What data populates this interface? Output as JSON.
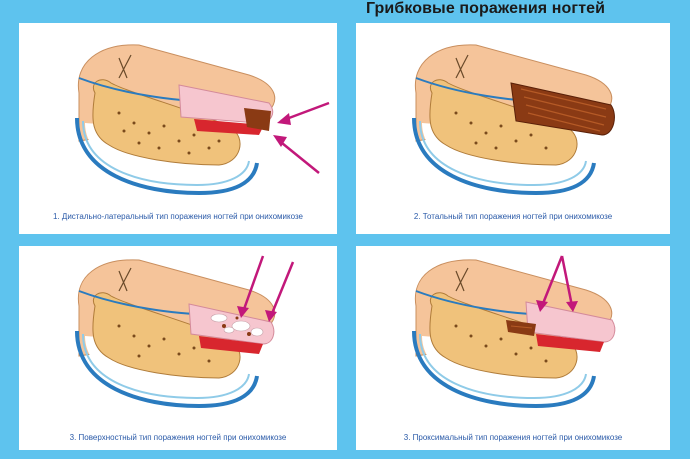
{
  "title": "Грибковые поражения ногтей",
  "panels": [
    {
      "caption": "1. Дистально-латеральный тип поражения ногтей при онихомикозе"
    },
    {
      "caption": "2. Тотальный тип поражения ногтей при онихомикозе"
    },
    {
      "caption": "3. Поверхностный тип поражения ногтей при онихомикозе"
    },
    {
      "caption": "3. Проксимальный тип поражения ногтей при онихомикозе"
    }
  ],
  "colors": {
    "background": "#5ec3ee",
    "skin": "#f5c49a",
    "bone": "#f0c27b",
    "outline_blue": "#2a7bbf",
    "nail_bed_red": "#d8262e",
    "fungus_brown": "#8a3a14",
    "arrow_magenta": "#c2187a",
    "nail_pink": "#f6c6cf"
  }
}
